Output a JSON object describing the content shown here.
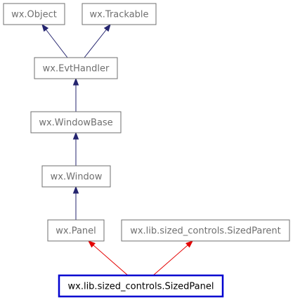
{
  "diagram": {
    "nodes": {
      "object": "wx.Object",
      "trackable": "wx.Trackable",
      "evthandler": "wx.EvtHandler",
      "windowbase": "wx.WindowBase",
      "window": "wx.Window",
      "panel": "wx.Panel",
      "sized_parent": "wx.lib.sized_controls.SizedParent",
      "sized_panel": "wx.lib.sized_controls.SizedPanel"
    },
    "edges": [
      {
        "from": "evthandler",
        "to": "object",
        "style": "inherit"
      },
      {
        "from": "evthandler",
        "to": "trackable",
        "style": "inherit"
      },
      {
        "from": "windowbase",
        "to": "evthandler",
        "style": "inherit"
      },
      {
        "from": "window",
        "to": "windowbase",
        "style": "inherit"
      },
      {
        "from": "panel",
        "to": "window",
        "style": "inherit"
      },
      {
        "from": "sized_panel",
        "to": "panel",
        "style": "red"
      },
      {
        "from": "sized_panel",
        "to": "sized_parent",
        "style": "red"
      }
    ],
    "colors": {
      "inherit_edge": "#25256f",
      "highlight_edge": "#e40000",
      "focus_border": "#0000d0",
      "node_border": "#6f6f6f"
    }
  }
}
